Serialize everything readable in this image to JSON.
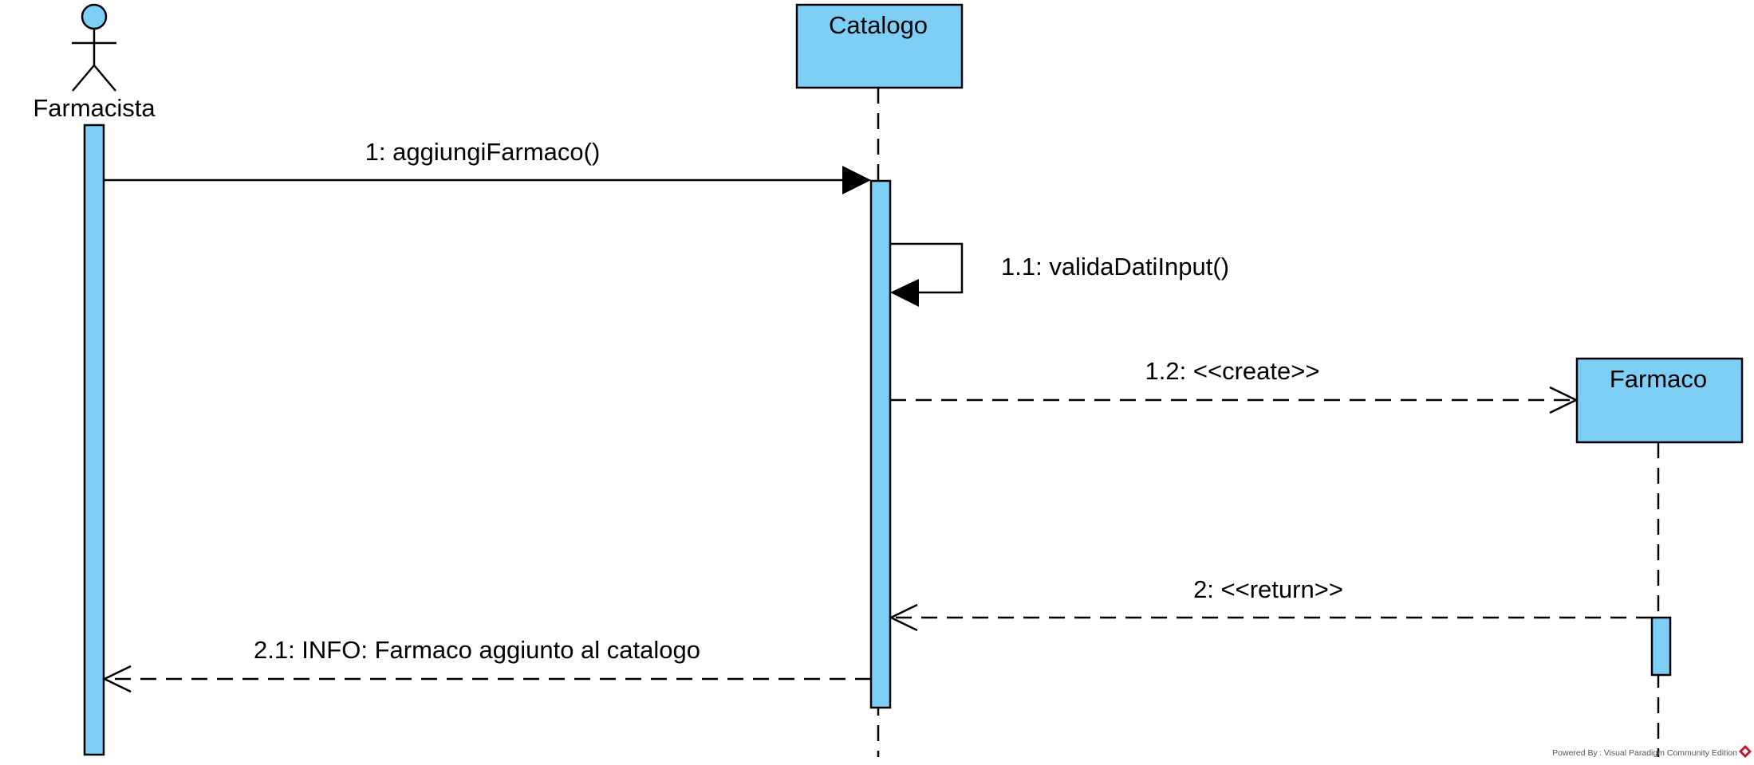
{
  "colors": {
    "fill": "#7dcff5",
    "stroke": "#000000",
    "watermark_logo": "#c8102e"
  },
  "actor": {
    "name": "Farmacista",
    "icon": "stick-figure-icon"
  },
  "lifelines": [
    {
      "id": "catalogo",
      "name": "Catalogo"
    },
    {
      "id": "farmaco",
      "name": "Farmaco"
    }
  ],
  "messages": [
    {
      "id": "m1",
      "label": "1: aggiungiFarmaco()",
      "kind": "synchronous",
      "from": "Farmacista",
      "to": "Catalogo"
    },
    {
      "id": "m11",
      "label": "1.1: validaDatiInput()",
      "kind": "self-call",
      "from": "Catalogo",
      "to": "Catalogo"
    },
    {
      "id": "m12",
      "label": "1.2: <<create>>",
      "kind": "create",
      "from": "Catalogo",
      "to": "Farmaco"
    },
    {
      "id": "m2",
      "label": "2: <<return>>",
      "kind": "return",
      "from": "Farmaco",
      "to": "Catalogo"
    },
    {
      "id": "m21",
      "label": "2.1: INFO: Farmaco aggiunto al catalogo",
      "kind": "return",
      "from": "Catalogo",
      "to": "Farmacista"
    }
  ],
  "watermark": {
    "text": "Powered By : Visual Paradigm Community Edition",
    "icon": "visual-paradigm-logo-icon"
  }
}
